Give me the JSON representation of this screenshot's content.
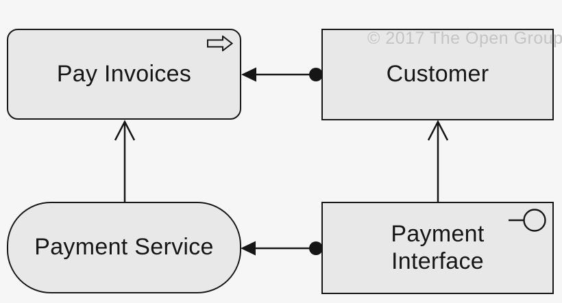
{
  "diagram": {
    "title": "",
    "watermark": "© 2017 The Open Group",
    "colors": {
      "background": "#f6f6f6",
      "node_fill": "#e8e8e8",
      "node_border": "#161616",
      "label_text": "#161616",
      "watermark_text": "#c4c4c4"
    },
    "nodes": [
      {
        "id": "pay-invoices",
        "label": "Pay Invoices",
        "shape": "rounded-rectangle",
        "icon": "process-arrow-icon"
      },
      {
        "id": "customer",
        "label": "Customer",
        "shape": "rectangle",
        "icon": null
      },
      {
        "id": "payment-service",
        "label": "Payment Service",
        "shape": "stadium",
        "icon": null
      },
      {
        "id": "payment-interface",
        "label": "Payment Interface",
        "shape": "rectangle",
        "icon": "interface-lollipop-icon"
      }
    ],
    "relationships": [
      {
        "from": "customer",
        "to": "pay-invoices",
        "line": "solid",
        "source_marker": "filled-ball",
        "target_marker": "filled-arrow",
        "direction": "right-to-left"
      },
      {
        "from": "payment-service",
        "to": "pay-invoices",
        "line": "solid",
        "source_marker": "none",
        "target_marker": "open-arrow",
        "direction": "bottom-to-top"
      },
      {
        "from": "payment-interface",
        "to": "customer",
        "line": "solid",
        "source_marker": "none",
        "target_marker": "open-arrow",
        "direction": "bottom-to-top"
      },
      {
        "from": "payment-interface",
        "to": "payment-service",
        "line": "solid",
        "source_marker": "filled-ball",
        "target_marker": "filled-arrow",
        "direction": "right-to-left"
      }
    ]
  }
}
